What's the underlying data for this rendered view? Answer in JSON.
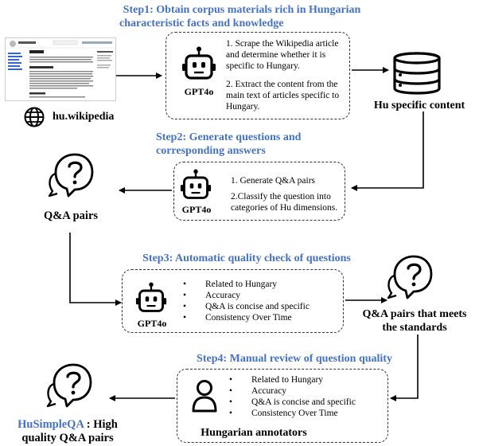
{
  "step1": {
    "title_line1": "Step1: Obtain corpus materials rich in Hungarian",
    "title_line2": "characteristic facts and knowledge",
    "source_label": "hu.wikipedia",
    "model_label": "GPT4o",
    "instr1": "1. Scrape the Wikipedia article and determine whether it is specific to Hungary.",
    "instr2": "2. Extract the content from the main text of articles specific to Hungary.",
    "output_label": "Hu specific content"
  },
  "step2": {
    "title_line1": "Step2:  Generate questions and",
    "title_line2": "corresponding answers",
    "model_label": "GPT4o",
    "instr1": "1. Generate Q&A pairs",
    "instr2": "2.Classify the question into categories of Hu dimensions.",
    "output_label": "Q&A pairs"
  },
  "step3": {
    "title": "Step3: Automatic quality check of questions",
    "model_label": "GPT4o",
    "criteria": [
      "Related to Hungary",
      "Accuracy",
      "Q&A is concise and specific",
      "Consistency Over Time"
    ],
    "output_line1": "Q&A pairs that meets",
    "output_line2": "the standards"
  },
  "step4": {
    "title": "Step4: Manual review of question quality",
    "criteria": [
      "Related to Hungary",
      "Accuracy",
      "Q&A is concise and specific",
      "Consistency Over Time"
    ],
    "reviewer_label": "Hungarian annotators",
    "final_name": "HuSimpleQA",
    "final_rest": " : High",
    "final_line2": "quality Q&A pairs"
  },
  "colors": {
    "step_title": "#4472C4",
    "final_name": "#4472C4",
    "line": "#000000"
  }
}
